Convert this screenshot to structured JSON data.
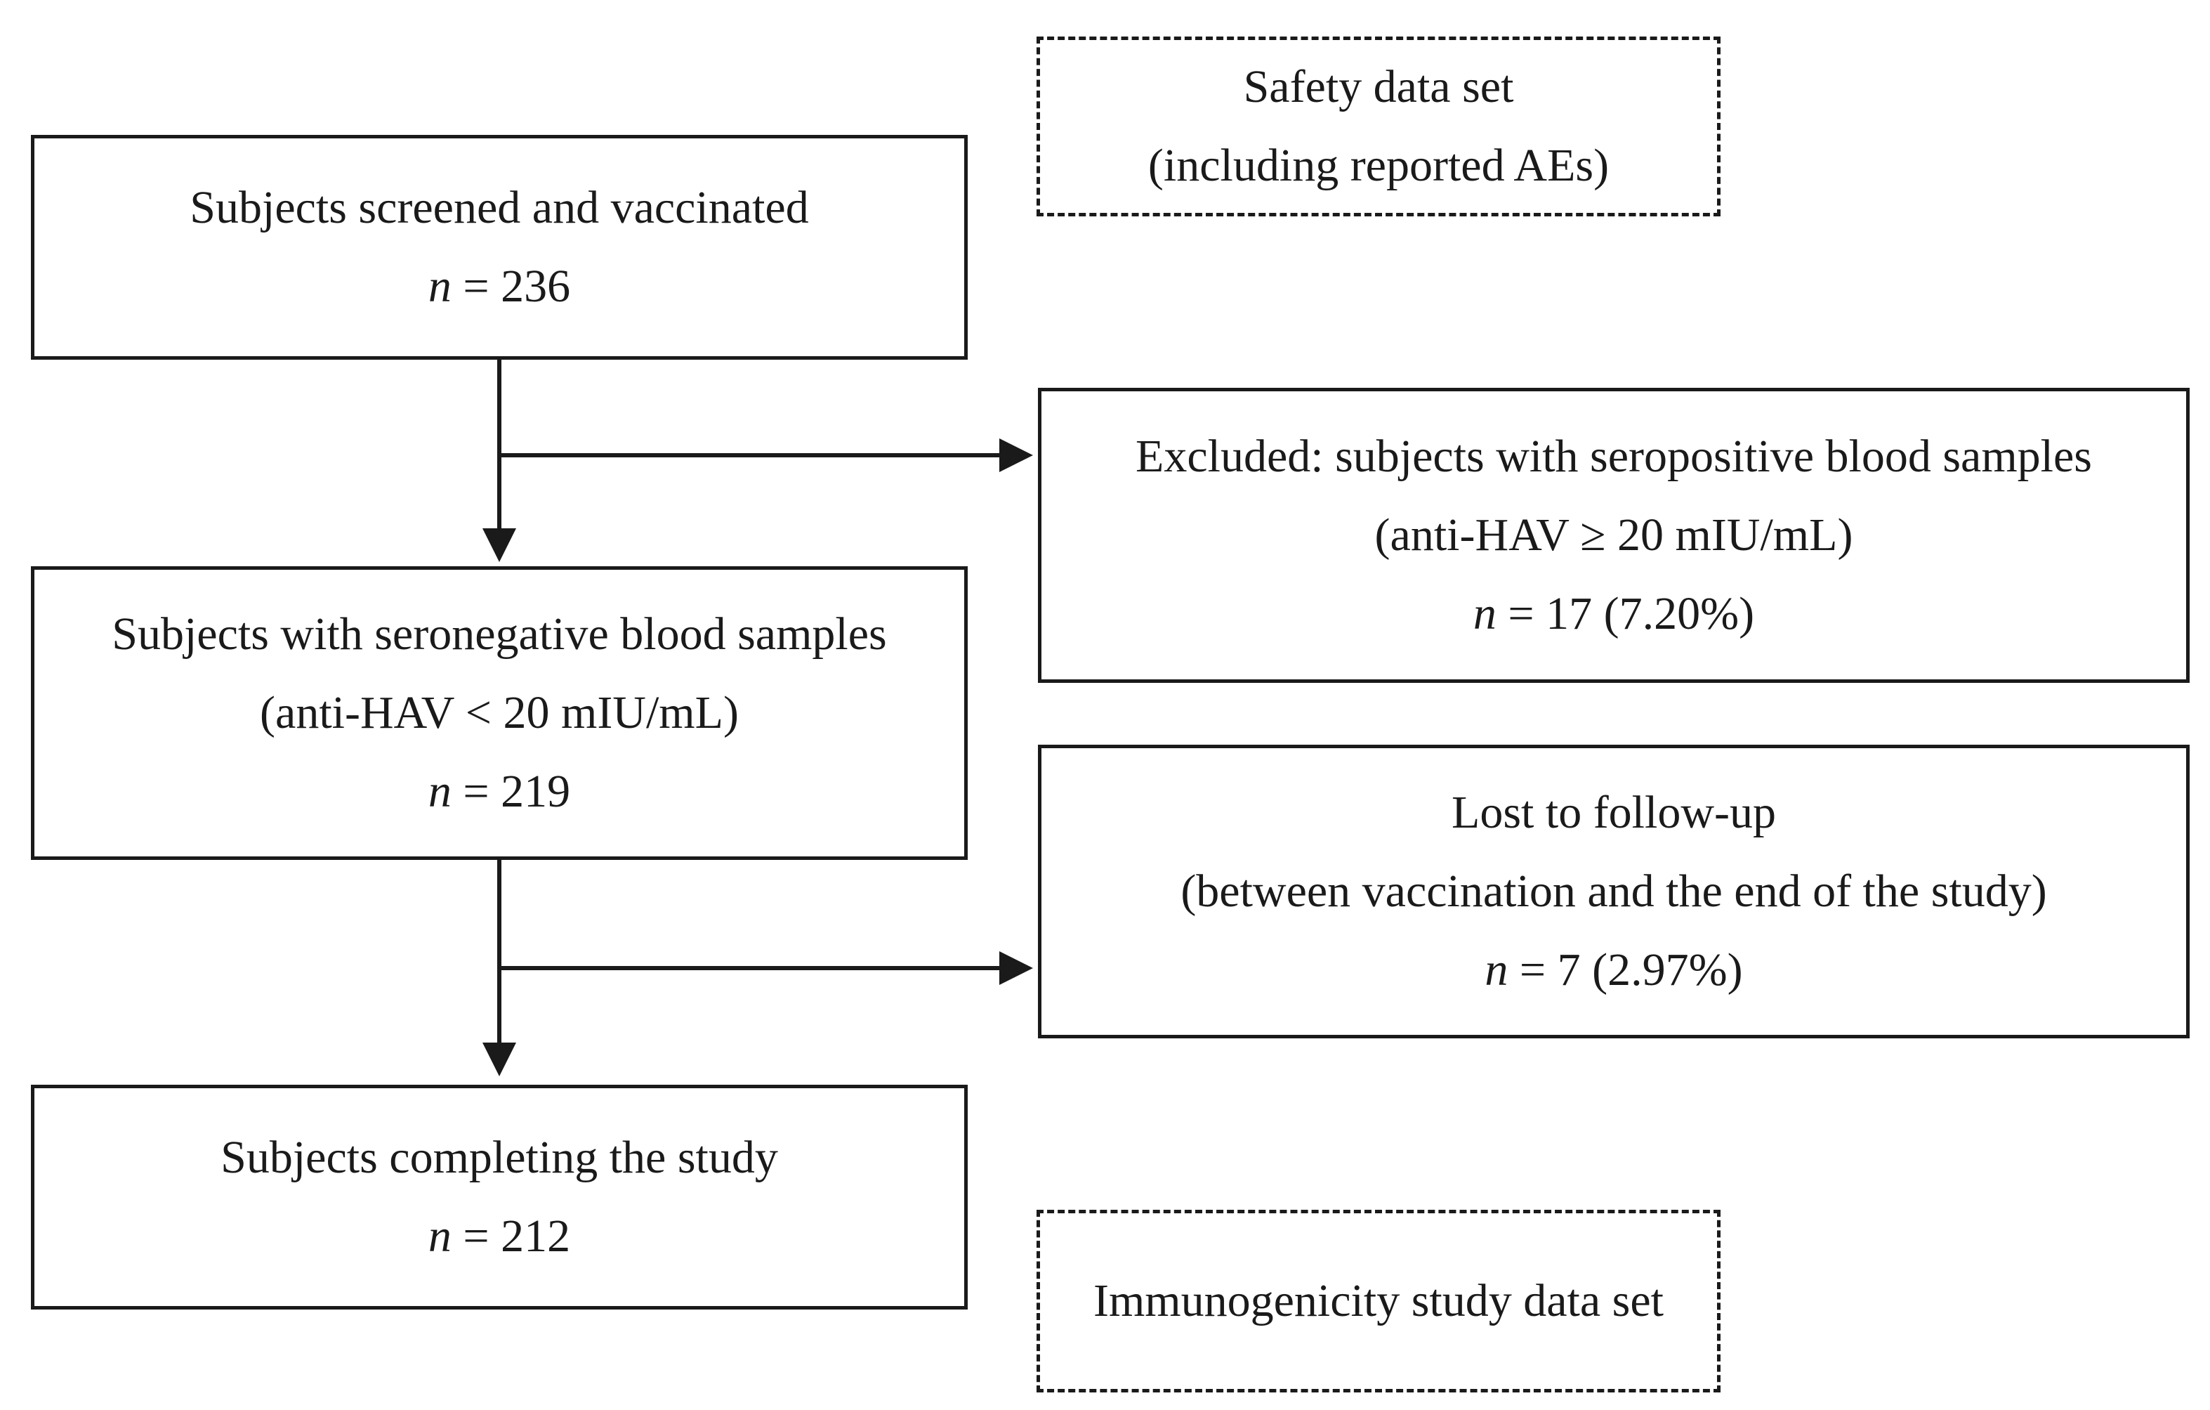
{
  "flow": {
    "screened": {
      "label": "Subjects screened and vaccinated",
      "n_symbol": "n",
      "n_value": " = 236"
    },
    "seronegative": {
      "label": "Subjects with seronegative blood samples",
      "criterion": "(anti-HAV < 20 mIU/mL)",
      "n_symbol": "n",
      "n_value": " = 219"
    },
    "completed": {
      "label": "Subjects completing the study",
      "n_symbol": "n",
      "n_value": " = 212"
    },
    "excluded": {
      "label": "Excluded: subjects with seropositive blood samples",
      "criterion": "(anti-HAV ≥ 20 mIU/mL)",
      "n_symbol": "n",
      "n_value": " = 17 (7.20%)"
    },
    "lost": {
      "label": "Lost to follow-up",
      "detail": "(between vaccination and the end of the study)",
      "n_symbol": "n",
      "n_value": " = 7 (2.97%)"
    }
  },
  "data_sets": {
    "safety": {
      "line1": "Safety data set",
      "line2": "(including reported AEs)"
    },
    "immunogenicity": {
      "label": "Immunogenicity study data set"
    }
  },
  "colors": {
    "stroke": "#1a1a1a",
    "background": "#ffffff"
  }
}
